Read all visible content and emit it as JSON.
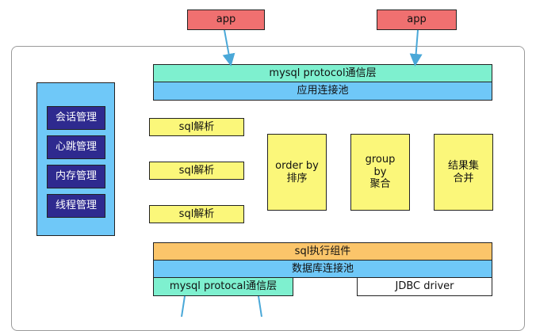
{
  "apps": [
    "app",
    "app"
  ],
  "top": {
    "protocol_layer": "mysql protocol通信层",
    "app_pool": "应用连接池"
  },
  "management": [
    "会话管理",
    "心跳管理",
    "内存管理",
    "线程管理"
  ],
  "parsers": [
    "sql解析",
    "sql解析",
    "sql解析"
  ],
  "ops": {
    "order_line1": "order by",
    "order_line2": "排序",
    "group_line1": "group",
    "group_line2": "by",
    "group_line3": "聚合",
    "merge_line1": "结果集",
    "merge_line2": "合并"
  },
  "bottom": {
    "executor": "sql执行组件",
    "db_pool": "数据库连接池",
    "protocol_layer": "mysql protocal通信层",
    "jdbc": "JDBC driver"
  },
  "colors": {
    "app": "#f07070",
    "teal": "#7ef0cf",
    "sky": "#6fc8f8",
    "yellow": "#fbf77a",
    "orange": "#fbc56a",
    "navy": "#2e2a8f",
    "arrow": "#4aa8d8"
  }
}
